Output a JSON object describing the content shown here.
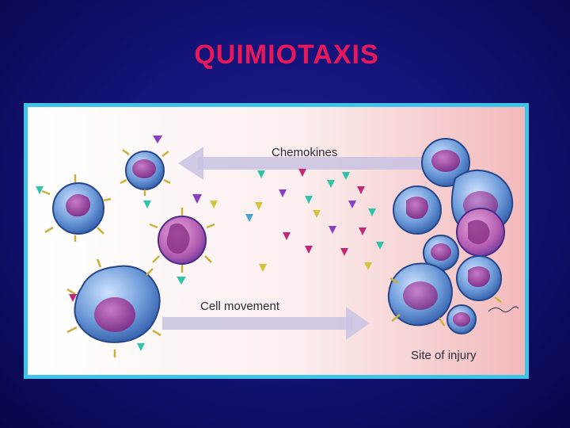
{
  "slide": {
    "title": "QUIMIOTAXIS"
  },
  "diagram": {
    "chemokines_label": "Chemokines",
    "cell_movement_label": "Cell movement",
    "site_label": "Site of injury"
  }
}
